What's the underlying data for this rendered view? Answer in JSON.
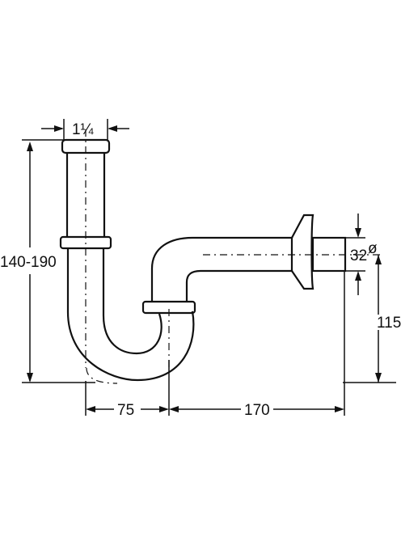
{
  "drawing": {
    "subject": "",
    "dimensions": {
      "inlet_diameter": "1¼",
      "height_range": "140-190",
      "outlet_diameter": "32",
      "diameter_symbol": "ø",
      "outlet_height": "115",
      "trap_width": "75",
      "outlet_length": "170"
    }
  }
}
